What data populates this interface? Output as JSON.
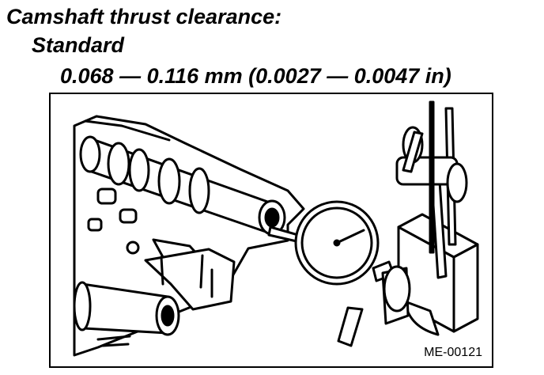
{
  "heading": {
    "title": "Camshaft thrust clearance:",
    "subtitle": "Standard",
    "spec": "0.068 — 0.116 mm (0.0027 — 0.0047 in)"
  },
  "figure": {
    "code": "ME-00121"
  }
}
